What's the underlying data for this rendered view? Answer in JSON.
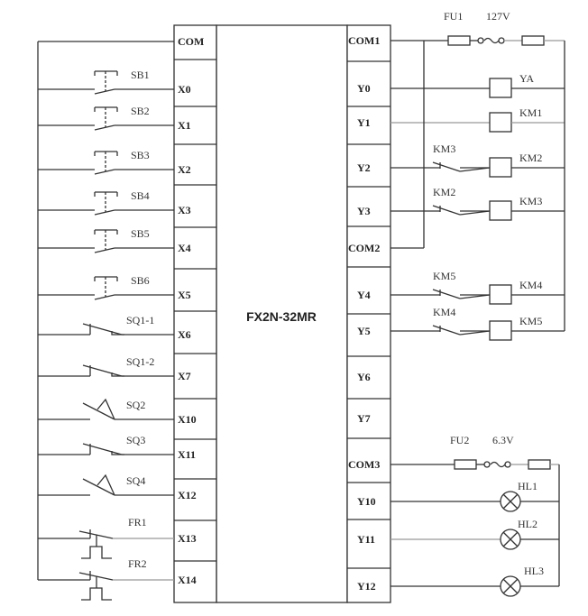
{
  "plc": {
    "model": "FX2N-32MR",
    "inputs": [
      {
        "terminal": "COM",
        "device": "",
        "symbol": "none"
      },
      {
        "terminal": "X0",
        "device": "SB1",
        "symbol": "pushbutton-icon"
      },
      {
        "terminal": "X1",
        "device": "SB2",
        "symbol": "pushbutton-icon"
      },
      {
        "terminal": "X2",
        "device": "SB3",
        "symbol": "pushbutton-icon"
      },
      {
        "terminal": "X3",
        "device": "SB4",
        "symbol": "pushbutton-icon"
      },
      {
        "terminal": "X4",
        "device": "SB5",
        "symbol": "pushbutton-icon"
      },
      {
        "terminal": "X5",
        "device": "SB6",
        "symbol": "pushbutton-icon"
      },
      {
        "terminal": "X6",
        "device": "SQ1-1",
        "symbol": "limit-switch-icon"
      },
      {
        "terminal": "X7",
        "device": "SQ1-2",
        "symbol": "limit-switch-icon"
      },
      {
        "terminal": "X10",
        "device": "SQ2",
        "symbol": "roller-limit-switch-icon"
      },
      {
        "terminal": "X11",
        "device": "SQ3",
        "symbol": "limit-switch-icon"
      },
      {
        "terminal": "X12",
        "device": "SQ4",
        "symbol": "roller-limit-switch-icon"
      },
      {
        "terminal": "X13",
        "device": "FR1",
        "symbol": "thermal-relay-contact-icon"
      },
      {
        "terminal": "X14",
        "device": "FR2",
        "symbol": "thermal-relay-contact-icon"
      }
    ],
    "outputs": [
      {
        "terminal": "COM1",
        "kind": "supply",
        "fuse": "FU1",
        "voltage": "127V"
      },
      {
        "terminal": "Y0",
        "kind": "coil",
        "load": "YA",
        "interlock": ""
      },
      {
        "terminal": "Y1",
        "kind": "coil",
        "load": "KM1",
        "interlock": ""
      },
      {
        "terminal": "Y2",
        "kind": "coil",
        "load": "KM2",
        "interlock": "KM3"
      },
      {
        "terminal": "Y3",
        "kind": "coil",
        "load": "KM3",
        "interlock": "KM2"
      },
      {
        "terminal": "COM2",
        "kind": "common"
      },
      {
        "terminal": "Y4",
        "kind": "coil",
        "load": "KM4",
        "interlock": "KM5"
      },
      {
        "terminal": "Y5",
        "kind": "coil",
        "load": "KM5",
        "interlock": "KM4"
      },
      {
        "terminal": "Y6",
        "kind": "none"
      },
      {
        "terminal": "Y7",
        "kind": "none"
      },
      {
        "terminal": "COM3",
        "kind": "supply",
        "fuse": "FU2",
        "voltage": "6.3V"
      },
      {
        "terminal": "Y10",
        "kind": "lamp",
        "load": "HL1"
      },
      {
        "terminal": "Y11",
        "kind": "lamp",
        "load": "HL2"
      },
      {
        "terminal": "Y12",
        "kind": "lamp",
        "load": "HL3"
      }
    ]
  }
}
